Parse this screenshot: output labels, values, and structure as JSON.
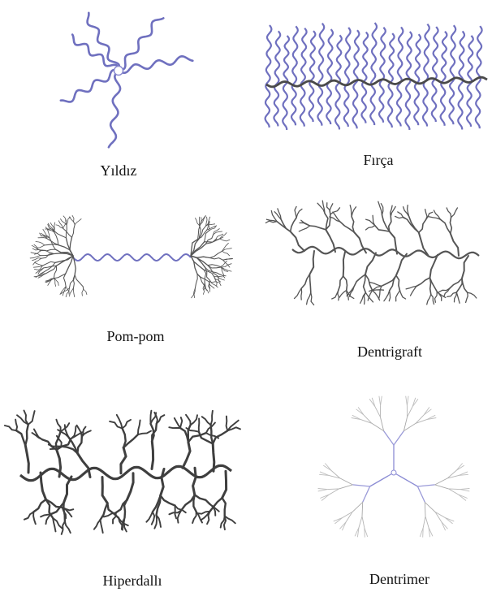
{
  "labels": {
    "star": "Yıldız",
    "brush": "Fırça",
    "pompom": "Pom-pom",
    "dendrigraft": "Dentrigraft",
    "hyperbranched": "Hiperdallı",
    "dendrimer": "Dentrimer"
  },
  "colors": {
    "arm": "#6f70bf",
    "backbone": "#4a4a4a",
    "branch": "#3f3f3f",
    "core": "#8a8ad0"
  }
}
